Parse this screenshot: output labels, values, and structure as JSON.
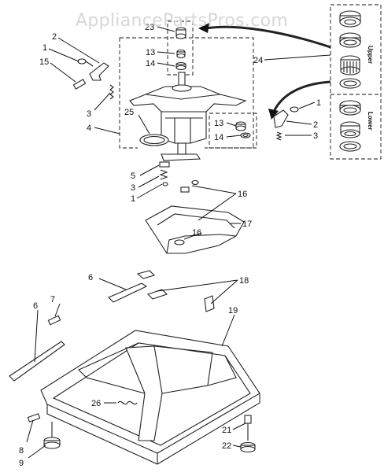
{
  "watermark": "AppliancePartsPros.com",
  "callouts": [
    {
      "id": "c-23",
      "text": "23"
    },
    {
      "id": "c-13a",
      "text": "13"
    },
    {
      "id": "c-14a",
      "text": "14"
    },
    {
      "id": "c-2a",
      "text": "2"
    },
    {
      "id": "c-1a",
      "text": "1"
    },
    {
      "id": "c-15",
      "text": "15"
    },
    {
      "id": "c-3a",
      "text": "3"
    },
    {
      "id": "c-4",
      "text": "4"
    },
    {
      "id": "c-25",
      "text": "25"
    },
    {
      "id": "c-24",
      "text": "24"
    },
    {
      "id": "c-1b",
      "text": "1"
    },
    {
      "id": "c-2b",
      "text": "2"
    },
    {
      "id": "c-3b",
      "text": "3"
    },
    {
      "id": "c-13b",
      "text": "13"
    },
    {
      "id": "c-14b",
      "text": "14"
    },
    {
      "id": "c-5",
      "text": "5"
    },
    {
      "id": "c-3c",
      "text": "3"
    },
    {
      "id": "c-1c",
      "text": "1"
    },
    {
      "id": "c-16a",
      "text": "16"
    },
    {
      "id": "c-17",
      "text": "17"
    },
    {
      "id": "c-16b",
      "text": "16"
    },
    {
      "id": "c-6a",
      "text": "6"
    },
    {
      "id": "c-18",
      "text": "18"
    },
    {
      "id": "c-7",
      "text": "7"
    },
    {
      "id": "c-6b",
      "text": "6"
    },
    {
      "id": "c-19",
      "text": "19"
    },
    {
      "id": "c-26",
      "text": "26"
    },
    {
      "id": "c-21",
      "text": "21"
    },
    {
      "id": "c-22",
      "text": "22"
    },
    {
      "id": "c-8",
      "text": "8"
    },
    {
      "id": "c-9",
      "text": "9"
    }
  ],
  "bearing_box": {
    "upper_label": "Upper",
    "lower_label": "Lower"
  }
}
